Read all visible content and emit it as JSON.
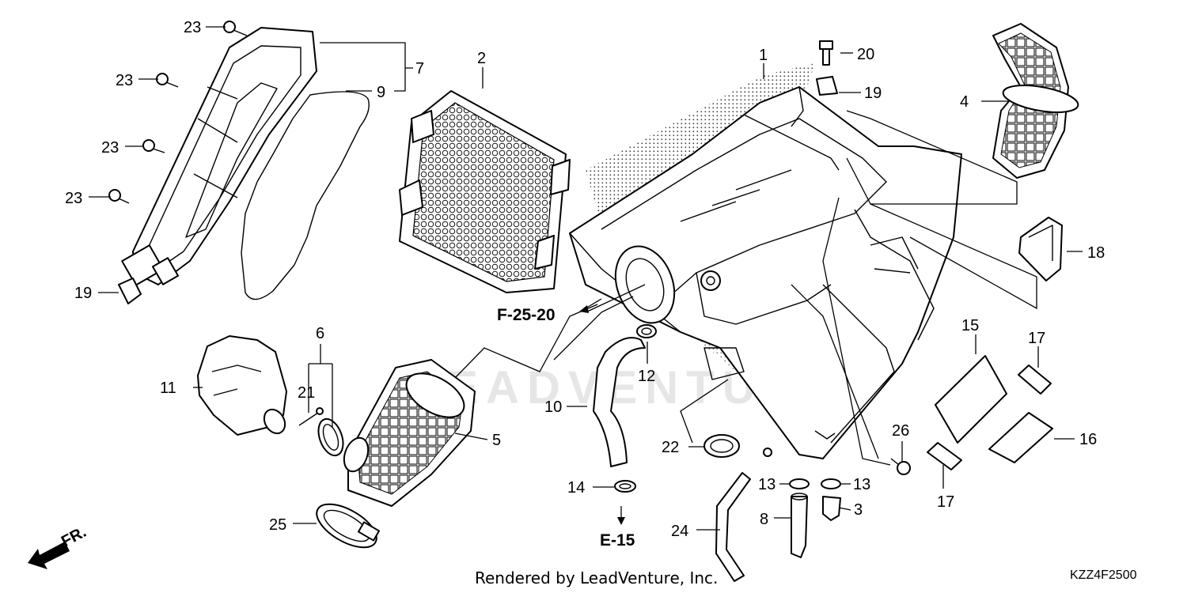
{
  "callouts": {
    "c1": "1",
    "c2": "2",
    "c3": "3",
    "c4": "4",
    "c5": "5",
    "c6": "6",
    "c7": "7",
    "c8": "8",
    "c9": "9",
    "c10": "10",
    "c11": "11",
    "c12": "12",
    "c13a": "13",
    "c13b": "13",
    "c14": "14",
    "c15": "15",
    "c16": "16",
    "c17a": "17",
    "c17b": "17",
    "c18": "18",
    "c19a": "19",
    "c19b": "19",
    "c20": "20",
    "c21": "21",
    "c22": "22",
    "c23a": "23",
    "c23b": "23",
    "c23c": "23",
    "c23d": "23",
    "c24": "24",
    "c25": "25",
    "c26": "26"
  },
  "references": {
    "f": "F-25-20",
    "e": "E-15"
  },
  "watermark": "LEADVENTURE",
  "direction_label": "FR.",
  "footer": {
    "rendered_by": "Rendered by LeadVenture, Inc.",
    "diagram_code": "KZZ4F2500"
  }
}
